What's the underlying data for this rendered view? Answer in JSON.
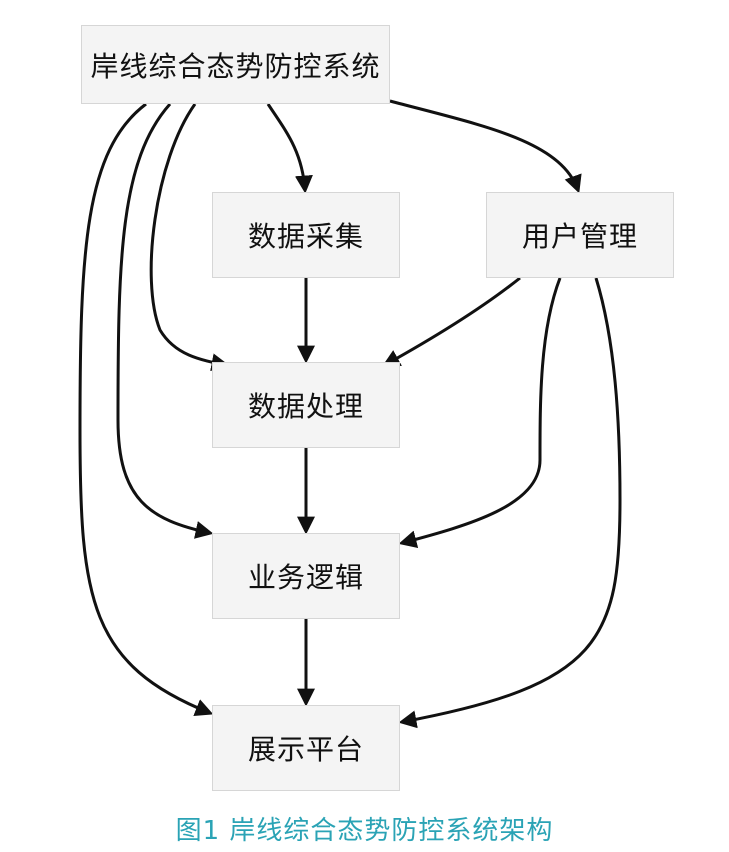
{
  "diagram": {
    "nodes": {
      "root": "岸线综合态势防控系统",
      "data_collection": "数据采集",
      "user_management": "用户管理",
      "data_processing": "数据处理",
      "business_logic": "业务逻辑",
      "display_platform": "展示平台"
    },
    "edges": [
      {
        "from": "root",
        "to": "data_collection"
      },
      {
        "from": "root",
        "to": "user_management"
      },
      {
        "from": "root",
        "to": "data_processing"
      },
      {
        "from": "root",
        "to": "business_logic"
      },
      {
        "from": "root",
        "to": "display_platform"
      },
      {
        "from": "data_collection",
        "to": "data_processing"
      },
      {
        "from": "user_management",
        "to": "data_processing"
      },
      {
        "from": "user_management",
        "to": "business_logic"
      },
      {
        "from": "user_management",
        "to": "display_platform"
      },
      {
        "from": "data_processing",
        "to": "business_logic"
      },
      {
        "from": "business_logic",
        "to": "display_platform"
      }
    ]
  },
  "caption": "图1 岸线综合态势防控系统架构",
  "colors": {
    "caption": "#2aa3b5",
    "edge": "#111111",
    "node_fill": "#f4f4f4",
    "node_border": "#d6d6d6"
  }
}
